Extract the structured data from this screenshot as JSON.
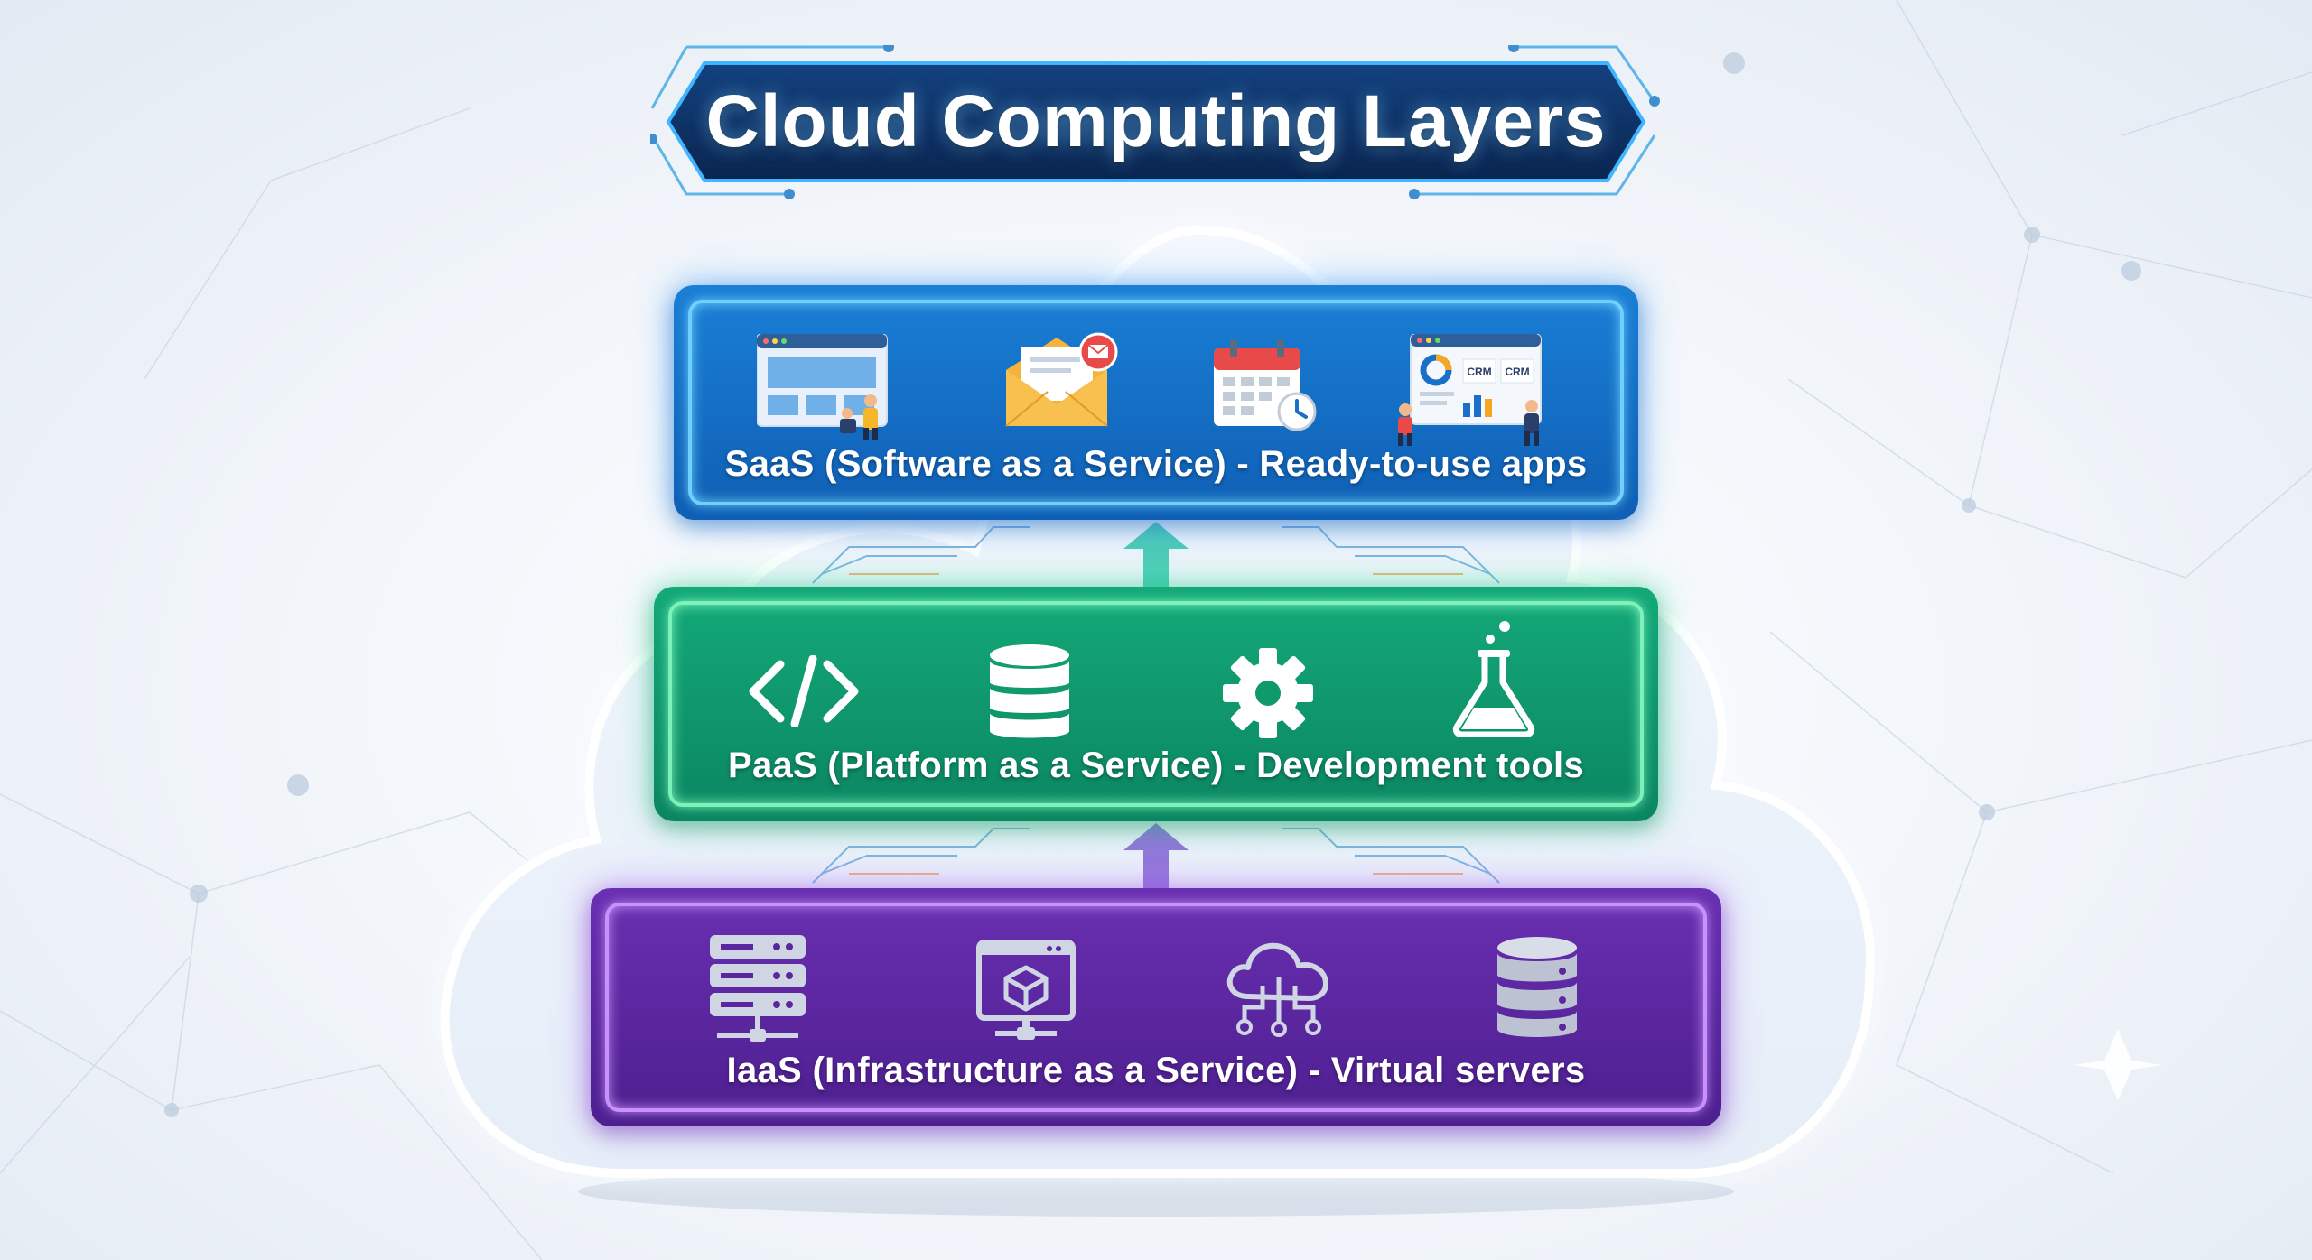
{
  "title": "Cloud Computing Layers",
  "layers": [
    {
      "id": "saas",
      "label": "SaaS (Software as a Service) - Ready-to-use apps",
      "color": "#1570c8",
      "icons": [
        "web-app-user-icon",
        "email-icon",
        "calendar-icon",
        "crm-dashboard-icon"
      ],
      "crm_text": [
        "CRM",
        "CRM"
      ]
    },
    {
      "id": "paas",
      "label": "PaaS (Platform as a Service) - Development tools",
      "color": "#0f9a6c",
      "icons": [
        "code-icon",
        "database-icon",
        "gear-icon",
        "flask-icon"
      ]
    },
    {
      "id": "iaas",
      "label": "IaaS (Infrastructure as a Service) - Virtual servers",
      "color": "#5b26a0",
      "icons": [
        "server-rack-icon",
        "virtual-machine-icon",
        "cloud-network-icon",
        "storage-database-icon"
      ]
    }
  ],
  "colors": {
    "title_banner": "#0d2f63",
    "accent_glow": "#6fd0ff",
    "cloud_outline": "#ffffff"
  }
}
